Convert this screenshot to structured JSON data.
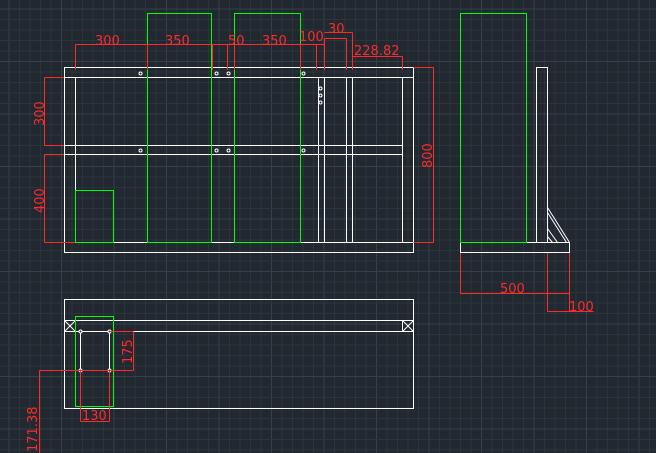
{
  "colors": {
    "background": "#212830",
    "grid_minor": "#2b333d",
    "grid_major": "#35404c",
    "geometry": "#ffffff",
    "highlight": "#00ff00",
    "dimension": "#ff2a2a"
  },
  "front_view": {
    "dimensions": {
      "d300_top": "300",
      "d350_a": "350",
      "d50": "50",
      "d350_b": "350",
      "d100_top": "100",
      "d30": "30",
      "d228": "228.82",
      "d300_left": "300",
      "d400_left": "400",
      "d800_right": "800"
    }
  },
  "side_view": {
    "dimensions": {
      "d500": "500",
      "d100": "100"
    }
  },
  "top_view": {
    "dimensions": {
      "d175": "175",
      "d130": "130",
      "d171": "171.38"
    }
  }
}
